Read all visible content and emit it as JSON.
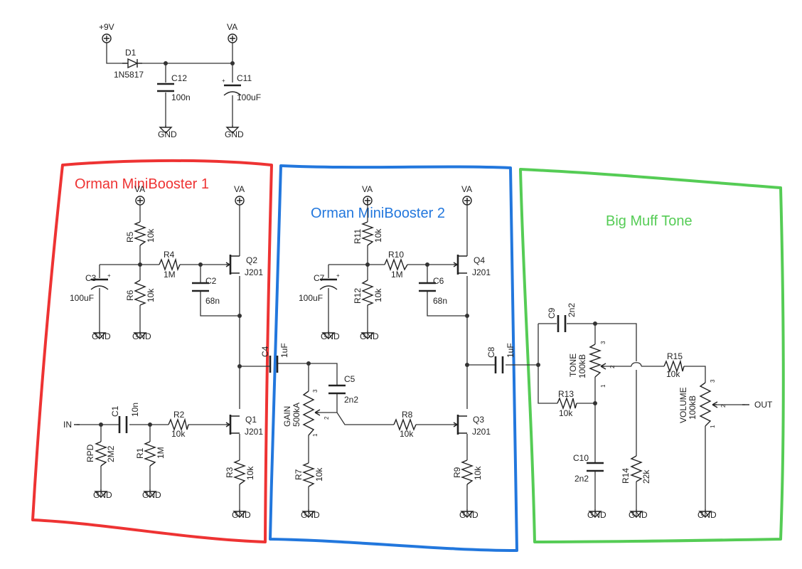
{
  "sections": {
    "booster1": {
      "title": "Orman MiniBooster 1",
      "color": "#ee3333"
    },
    "booster2": {
      "title": "Orman MiniBooster 2",
      "color": "#2277dd"
    },
    "tone": {
      "title": "Big Muff Tone",
      "color": "#55cc55"
    }
  },
  "nets": {
    "supply": "+9V",
    "rail": "VA",
    "gnd": "GND",
    "input": "IN",
    "output": "OUT"
  },
  "parts": {
    "D1": {
      "ref": "D1",
      "value": "1N5817"
    },
    "C12": {
      "ref": "C12",
      "value": "100n"
    },
    "C11": {
      "ref": "C11",
      "value": "100uF"
    },
    "R5": {
      "ref": "R5",
      "value": "10k"
    },
    "R6": {
      "ref": "R6",
      "value": "10k"
    },
    "R4": {
      "ref": "R4",
      "value": "1M"
    },
    "C3": {
      "ref": "C3",
      "value": "100uF"
    },
    "C2": {
      "ref": "C2",
      "value": "68n"
    },
    "Q2": {
      "ref": "Q2",
      "value": "J201"
    },
    "C4": {
      "ref": "C4",
      "value": "1uF"
    },
    "C1": {
      "ref": "C1",
      "value": "10n"
    },
    "R2": {
      "ref": "R2",
      "value": "10k"
    },
    "RPD": {
      "ref": "RPD",
      "value": "2M2"
    },
    "R1": {
      "ref": "R1",
      "value": "1M"
    },
    "Q1": {
      "ref": "Q1",
      "value": "J201"
    },
    "R3": {
      "ref": "R3",
      "value": "10k"
    },
    "R11": {
      "ref": "R11",
      "value": "10k"
    },
    "R12": {
      "ref": "R12",
      "value": "10k"
    },
    "R10": {
      "ref": "R10",
      "value": "1M"
    },
    "C7": {
      "ref": "C7",
      "value": "100uF"
    },
    "C6": {
      "ref": "C6",
      "value": "68n"
    },
    "Q4": {
      "ref": "Q4",
      "value": "J201"
    },
    "C5": {
      "ref": "C5",
      "value": "2n2"
    },
    "GAIN": {
      "ref": "GAIN",
      "value": "500kA"
    },
    "R7": {
      "ref": "R7",
      "value": "10k"
    },
    "R8": {
      "ref": "R8",
      "value": "10k"
    },
    "Q3": {
      "ref": "Q3",
      "value": "J201"
    },
    "R9": {
      "ref": "R9",
      "value": "10k"
    },
    "C8": {
      "ref": "C8",
      "value": "1uF"
    },
    "C9": {
      "ref": "C9",
      "value": "2n2"
    },
    "TONE": {
      "ref": "TONE",
      "value": "100kB"
    },
    "R13": {
      "ref": "R13",
      "value": "10k"
    },
    "C10": {
      "ref": "C10",
      "value": "2n2"
    },
    "R14": {
      "ref": "R14",
      "value": "22k"
    },
    "R15": {
      "ref": "R15",
      "value": "10k"
    },
    "VOLUME": {
      "ref": "VOLUME",
      "value": "100kB"
    }
  },
  "pins": {
    "one": "1",
    "two": "2",
    "three": "3"
  },
  "colors": {
    "wire": "#333333",
    "component": "#222222"
  }
}
